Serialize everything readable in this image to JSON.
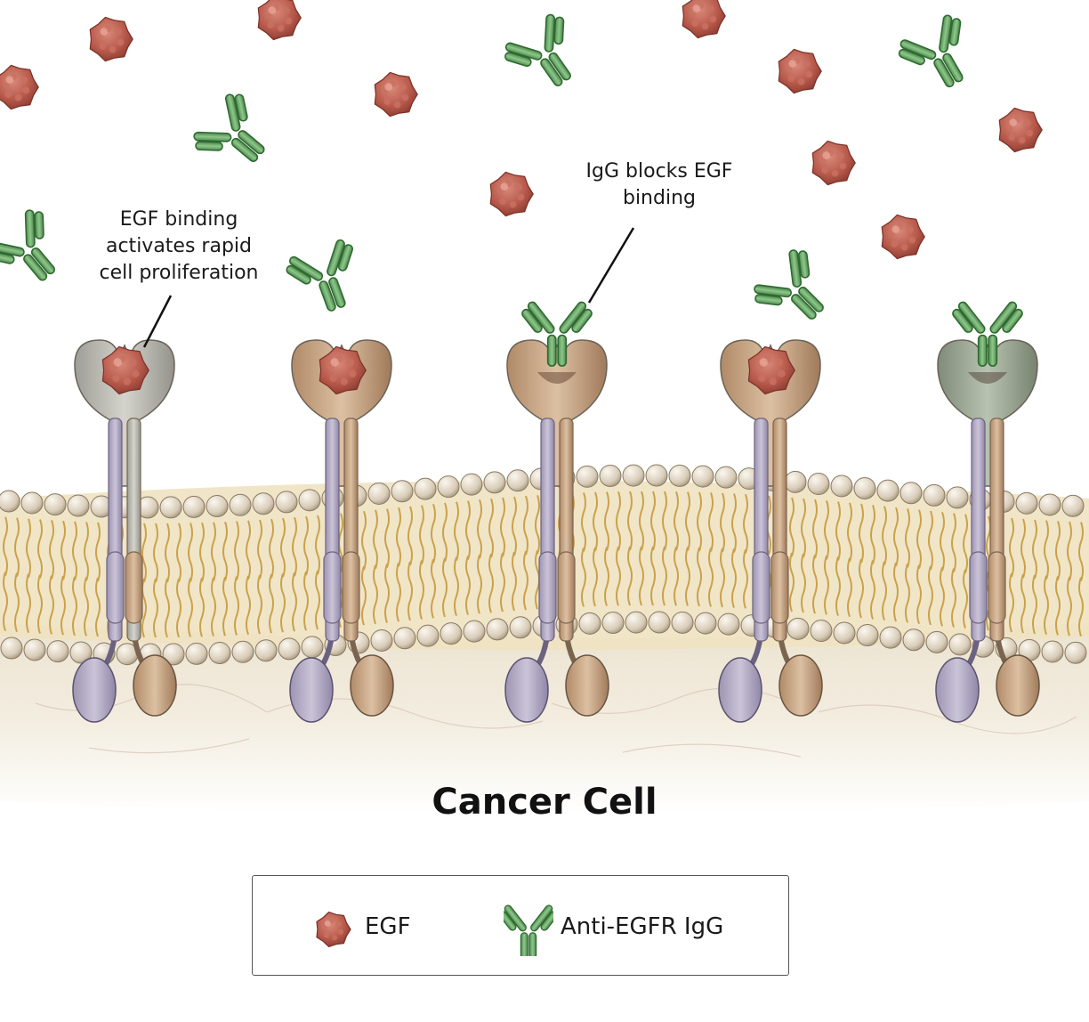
{
  "annotations": {
    "egf_binding": [
      "EGF binding",
      "activates rapid",
      "cell proliferation"
    ],
    "igg_blocks": [
      "IgG blocks EGF",
      "binding"
    ]
  },
  "title": "Cancer Cell",
  "legend": {
    "egf_label": "EGF",
    "igg_label": "Anti-EGFR IgG"
  },
  "colors": {
    "egf": "#b85a4c",
    "igg": "#6aa86a",
    "membrane_head": "#d8ccb8",
    "lipid_tail": "#d9b25a",
    "receptor_purple": "#b7afc6",
    "receptor_tan": "#c9a98a",
    "receptor_grey": "#b9b9b2",
    "receptor_green": "#9eaa98",
    "cytoplasm": "#f3ede0"
  },
  "receptors": [
    {
      "id": "receptor-1",
      "state": "egf-bound"
    },
    {
      "id": "receptor-2",
      "state": "egf-bound"
    },
    {
      "id": "receptor-3",
      "state": "igg-blocked"
    },
    {
      "id": "receptor-4",
      "state": "egf-bound"
    },
    {
      "id": "receptor-5",
      "state": "igg-blocked"
    }
  ]
}
